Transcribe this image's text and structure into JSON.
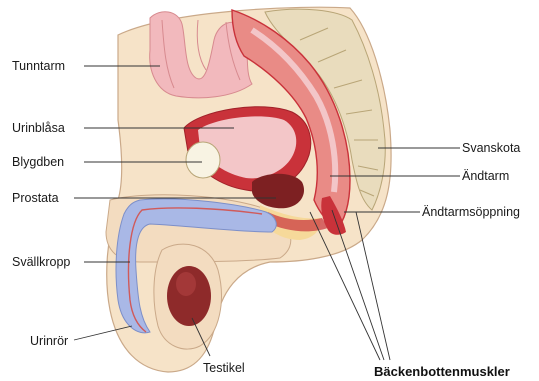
{
  "labels": {
    "small_intestine": "Tunntarm",
    "bladder": "Urinblåsa",
    "pubic_bone": "Blygdben",
    "prostate": "Prostata",
    "erectile_tissue": "Svällkropp",
    "urethra": "Urinrör",
    "testicle": "Testikel",
    "coccyx": "Svanskota",
    "rectum": "Ändtarm",
    "anal_opening": "Ändtarmsöppning",
    "pelvic_floor_muscles": "Bäckenbottenmuskler"
  },
  "colors": {
    "skin": "#f6e3c8",
    "skin_outline": "#caa989",
    "intestine": "#f2b9bd",
    "bladder_wall": "#c9323a",
    "bladder_inner": "#f3c6c8",
    "rectum": "#e98b86",
    "coccyx": "#e9dcbd",
    "pubic_bone": "#f8f3e3",
    "prostate": "#7d2022",
    "erectile_tissue": "#a9b8e6",
    "testicle": "#8e2a2a",
    "fat": "#f6d99a"
  }
}
